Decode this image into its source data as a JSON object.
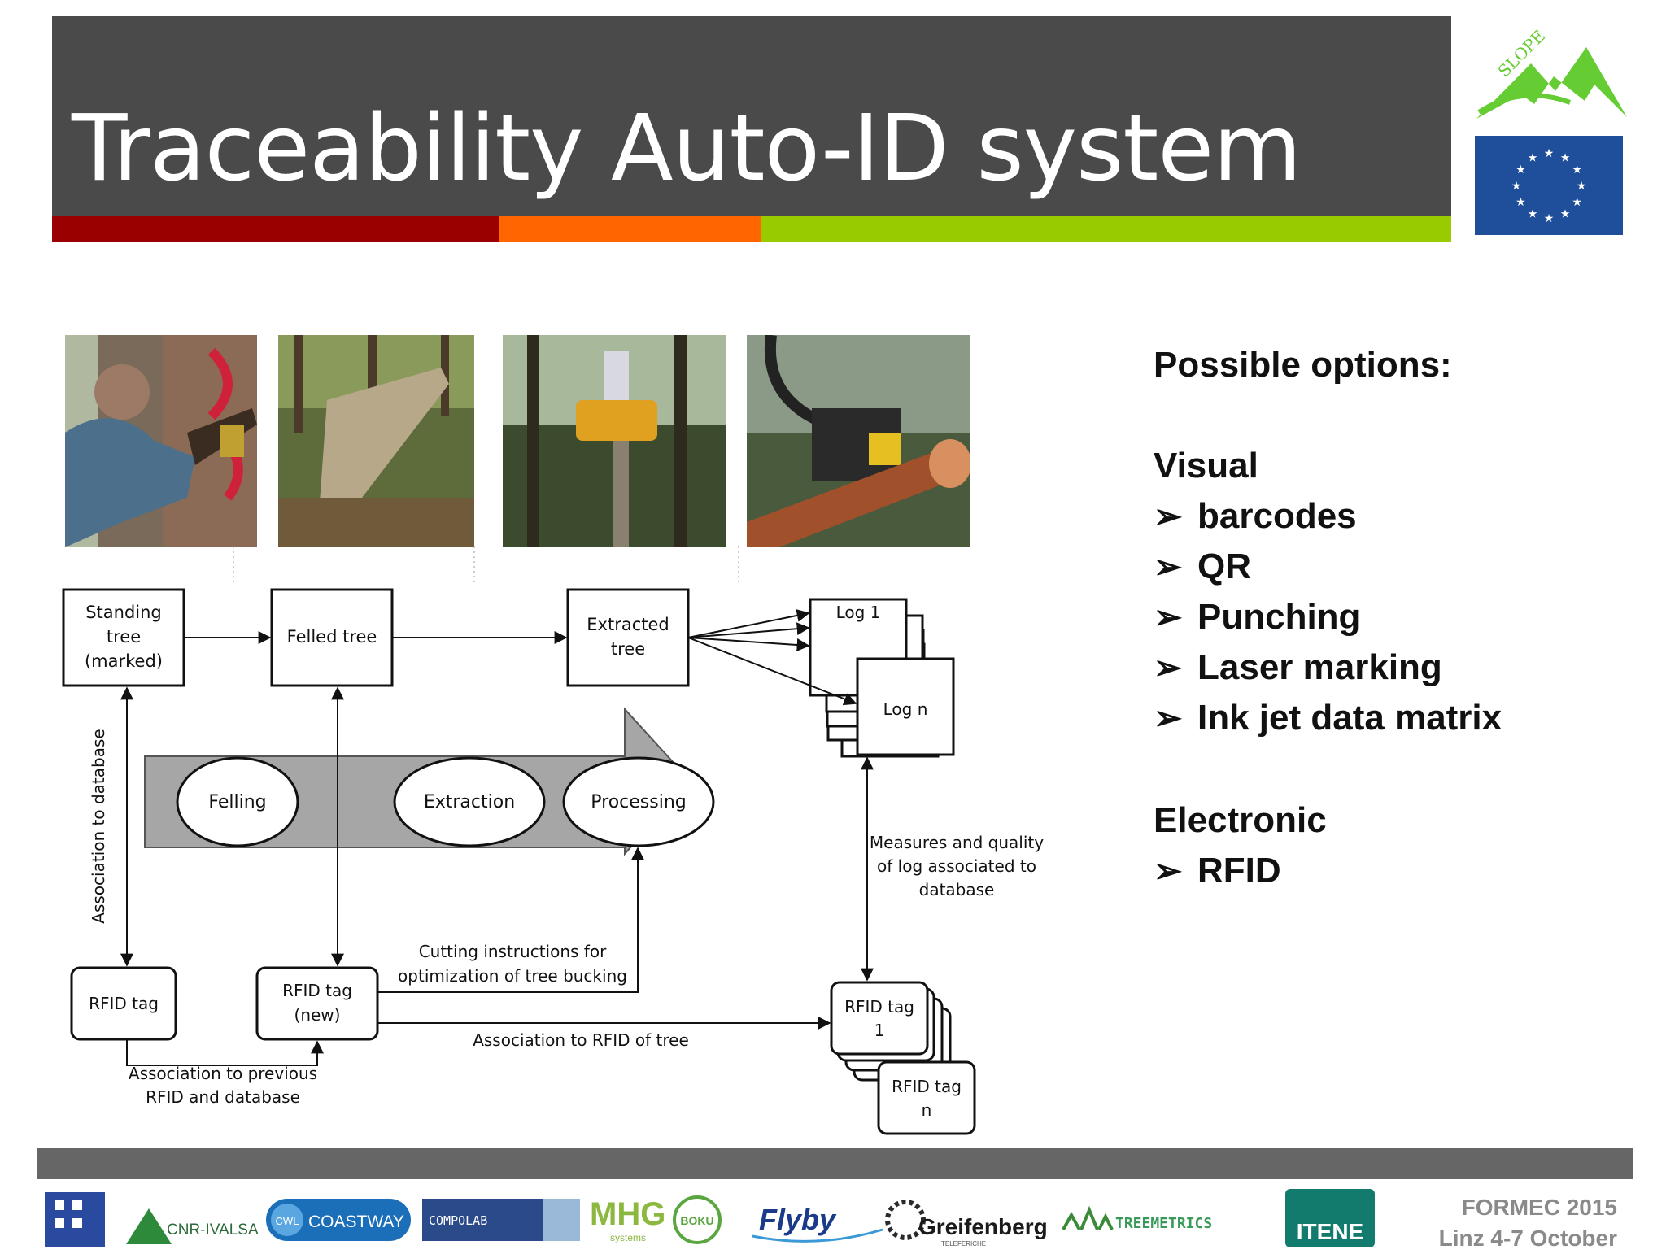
{
  "slide": {
    "title": "Traceability Auto-ID system",
    "logo_text": "SLOPE",
    "footer": {
      "event": "FORMEC 2015",
      "location": "Linz 4-7 October"
    },
    "partner_logos": [
      "CNR-IVALSA",
      "CWL",
      "COASTWAY",
      "COMPOLAB",
      "MHG",
      "systems",
      "BOKU",
      "Flyby",
      "Greifenberg",
      "TELEFERICHE",
      "TREEMETRICS",
      "ITENE"
    ]
  },
  "photos": [
    {
      "name": "marking-tree-photo"
    },
    {
      "name": "felled-tree-photo"
    },
    {
      "name": "extraction-carriage-photo"
    },
    {
      "name": "processor-head-photo"
    }
  ],
  "diagram": {
    "nodes": {
      "standing_tree": [
        "Standing",
        "tree",
        "(marked)"
      ],
      "felled_tree": "Felled tree",
      "extracted_tree": [
        "Extracted",
        "tree"
      ],
      "log_1": "Log 1",
      "log_n": "Log n",
      "rfid_tag": "RFID tag",
      "rfid_tag_new": [
        "RFID tag",
        "(new)"
      ],
      "rfid_tag_1": [
        "RFID tag",
        "1"
      ],
      "rfid_tag_n": [
        "RFID tag",
        "n"
      ]
    },
    "process_steps": [
      "Felling",
      "Extraction",
      "Processing"
    ],
    "labels": {
      "association_db": "Association to database",
      "cutting": [
        "Cutting instructions for",
        "optimization of tree bucking"
      ],
      "measures": [
        "Measures and quality",
        "of log associated to",
        "database"
      ],
      "assoc_rfid_tree": "Association to RFID of tree",
      "assoc_previous": [
        "Association to previous",
        "RFID and database"
      ]
    }
  },
  "options": {
    "heading": "Possible options:",
    "visual": {
      "label": "Visual",
      "items": [
        "barcodes",
        "QR",
        "Punching",
        "Laser marking",
        "Ink jet data matrix"
      ]
    },
    "electronic": {
      "label": "Electronic",
      "items": [
        "RFID"
      ]
    },
    "bullet_glyph": "➢"
  },
  "colors": {
    "title_bar": "#4a4a4a",
    "stripe_red": "#9a0000",
    "stripe_orange": "#ff6600",
    "stripe_green": "#99cc00",
    "footer_bar": "#666666",
    "eu_blue": "#1f4e9a",
    "eu_stars": "#ffffff",
    "slope_green": "#66cc33",
    "process_arrow": "#a6a6a6"
  }
}
